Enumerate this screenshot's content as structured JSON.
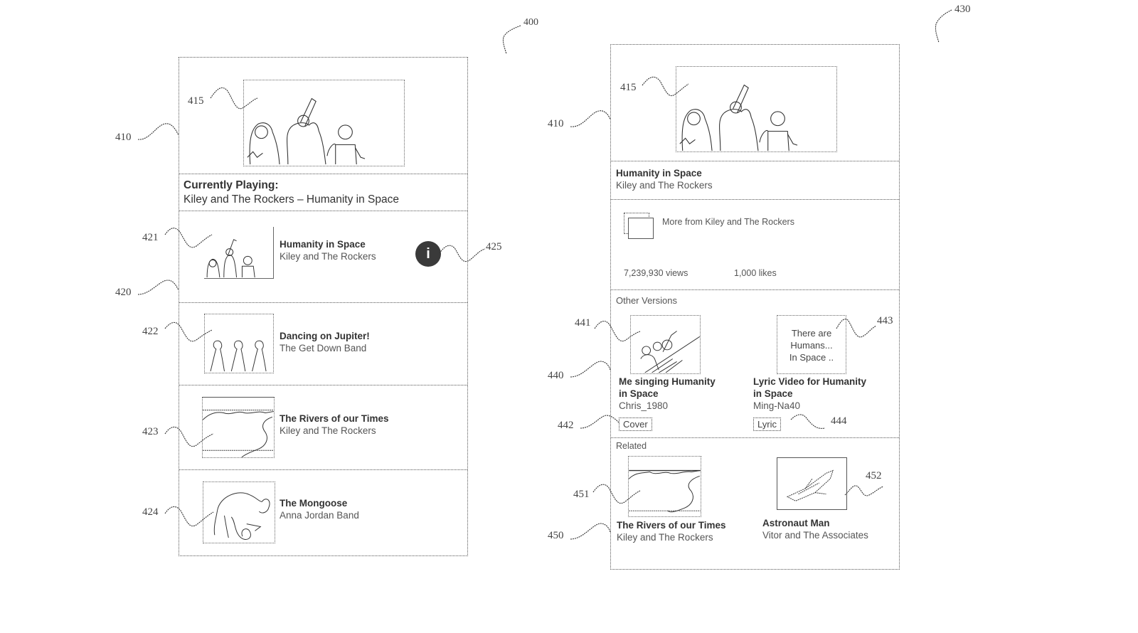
{
  "figure_refs": {
    "fig_left": "400",
    "fig_right": "430"
  },
  "left_screen": {
    "refs": {
      "video_area": "410",
      "video_thumb": "415",
      "list": "420",
      "item1": "421",
      "item2": "422",
      "item3": "423",
      "item4": "424",
      "info_button": "425"
    },
    "now_playing": {
      "heading": "Currently Playing:",
      "text": "Kiley and The Rockers – Humanity in Space"
    },
    "playlist": [
      {
        "title": "Humanity in Space",
        "artist": "Kiley and The Rockers",
        "thumb": "band-icon"
      },
      {
        "title": "Dancing on Jupiter!",
        "artist": "The Get Down Band",
        "thumb": "dancers-icon"
      },
      {
        "title": "The Rivers of our Times",
        "artist": "Kiley and The Rockers",
        "thumb": "river-icon"
      },
      {
        "title": "The Mongoose",
        "artist": "Anna Jordan Band",
        "thumb": "mongoose-icon"
      }
    ],
    "info_button_glyph": "i"
  },
  "right_screen": {
    "refs": {
      "video_area": "410",
      "video_thumb": "415",
      "other_versions": "440",
      "version1_thumb": "441",
      "version1_tag": "442",
      "version2_thumb": "443",
      "version2_tag": "444",
      "related": "450",
      "related1_thumb": "451",
      "related2_thumb": "452"
    },
    "details": {
      "title": "Humanity in Space",
      "artist": "Kiley and The Rockers"
    },
    "more_from": "More from Kiley and The Rockers",
    "views": "7,239,930 views",
    "likes": "1,000 likes",
    "other_versions": {
      "heading": "Other Versions",
      "items": [
        {
          "title_line1": "Me singing Humanity",
          "title_line2": "in Space",
          "user": "Chris_1980",
          "tag": "Cover"
        },
        {
          "title_line1": "Lyric Video for Humanity",
          "title_line2": "in Space",
          "user": "Ming-Na40",
          "tag": "Lyric",
          "thumb_text": [
            "There are",
            "Humans...",
            "In Space .."
          ]
        }
      ]
    },
    "related": {
      "heading": "Related",
      "items": [
        {
          "title": "The Rivers of our Times",
          "artist": "Kiley and The Rockers"
        },
        {
          "title": "Astronaut Man",
          "artist": "Vitor and The Associates"
        }
      ]
    }
  }
}
